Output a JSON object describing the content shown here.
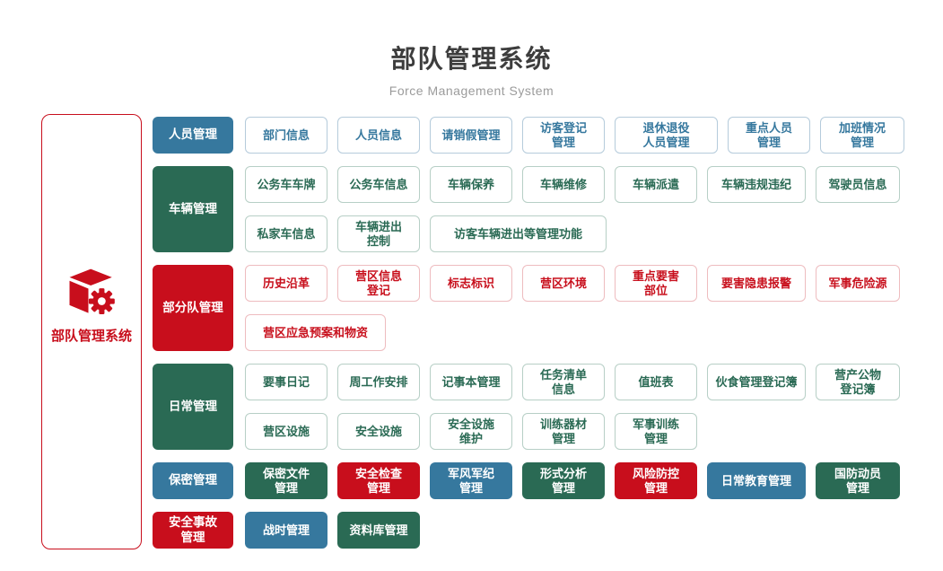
{
  "header": {
    "title": "部队管理系统",
    "subtitle": "Force Management System"
  },
  "sidebar": {
    "label": "部队管理系统",
    "icon": "cube-gear-icon"
  },
  "colors": {
    "blue": "#36789e",
    "green": "#2a6a54",
    "red": "#c80e1c",
    "title_text": "#3d3d3d",
    "subtitle_text": "#9b9b9b"
  },
  "rows": [
    {
      "category": {
        "label": "人员管理",
        "color": "blue"
      },
      "style": "outline",
      "color": "blue",
      "lines": [
        [
          {
            "label": "部门信息"
          },
          {
            "label": "人员信息"
          },
          {
            "label": "请销假管理"
          },
          {
            "label": "访客登记\n管理"
          },
          {
            "label": "退休退役\n人员管理",
            "w": 115
          },
          {
            "label": "重点人员\n管理"
          },
          {
            "label": "加班情况\n管理",
            "w": 94
          }
        ]
      ]
    },
    {
      "category": {
        "label": "车辆管理",
        "color": "green"
      },
      "style": "outline",
      "color": "green",
      "lines": [
        [
          {
            "label": "公务车车牌"
          },
          {
            "label": "公务车信息"
          },
          {
            "label": "车辆保养"
          },
          {
            "label": "车辆维修"
          },
          {
            "label": "车辆派遣"
          },
          {
            "label": "车辆违规违纪",
            "w": 110
          },
          {
            "label": "驾驶员信息",
            "w": 94
          }
        ],
        [
          {
            "label": "私家车信息"
          },
          {
            "label": "车辆进出\n控制"
          },
          {
            "label": "访客车辆进出等管理功能",
            "w": 197
          }
        ]
      ]
    },
    {
      "category": {
        "label": "部分队管理",
        "color": "red"
      },
      "style": "outline",
      "color": "red",
      "lines": [
        [
          {
            "label": "历史沿革"
          },
          {
            "label": "营区信息\n登记"
          },
          {
            "label": "标志标识"
          },
          {
            "label": "营区环境"
          },
          {
            "label": "重点要害\n部位"
          },
          {
            "label": "要害隐患报警",
            "w": 110
          },
          {
            "label": "军事危险源",
            "w": 94
          }
        ],
        [
          {
            "label": "营区应急预案和物资",
            "w": 157
          }
        ]
      ]
    },
    {
      "category": {
        "label": "日常管理",
        "color": "green"
      },
      "style": "outline",
      "color": "green",
      "lines": [
        [
          {
            "label": "要事日记"
          },
          {
            "label": "周工作安排"
          },
          {
            "label": "记事本管理"
          },
          {
            "label": "任务清单\n信息"
          },
          {
            "label": "值班表"
          },
          {
            "label": "伙食管理登记簿",
            "w": 110
          },
          {
            "label": "营产公物\n登记簿",
            "w": 94
          }
        ],
        [
          {
            "label": "营区设施"
          },
          {
            "label": "安全设施"
          },
          {
            "label": "安全设施\n维护"
          },
          {
            "label": "训练器材\n管理"
          },
          {
            "label": "军事训练\n管理"
          }
        ]
      ]
    },
    {
      "category": {
        "label": "保密管理",
        "color": "blue"
      },
      "style": "solid",
      "color": "blue",
      "lines": [
        [
          {
            "label": "保密文件\n管理",
            "color": "green"
          },
          {
            "label": "安全检查\n管理",
            "color": "red"
          },
          {
            "label": "军风军纪\n管理",
            "color": "blue"
          },
          {
            "label": "形式分析\n管理",
            "color": "green"
          },
          {
            "label": "风险防控\n管理",
            "color": "red"
          },
          {
            "label": "日常教育管理",
            "color": "blue",
            "w": 110
          },
          {
            "label": "国防动员\n管理",
            "color": "green",
            "w": 94
          }
        ]
      ]
    },
    {
      "category": {
        "label": "安全事故\n管理",
        "color": "red"
      },
      "style": "solid",
      "color": "blue",
      "lines": [
        [
          {
            "label": "战时管理",
            "color": "blue"
          },
          {
            "label": "资料库管理",
            "color": "green"
          }
        ]
      ]
    }
  ]
}
